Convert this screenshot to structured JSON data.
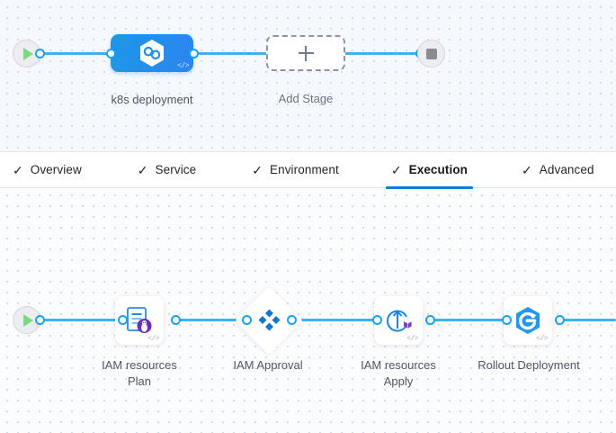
{
  "stage_canvas": {
    "name": "pipeline-stage-canvas",
    "start_node": {
      "icon": "play-icon"
    },
    "end_node": {
      "icon": "stop-icon"
    },
    "stages": [
      {
        "label": "k8s deployment",
        "icon": "harness-hexagon-icon",
        "badge": "</>",
        "type": "deployment"
      }
    ],
    "add_stage": {
      "label": "Add Stage",
      "icon": "plus-icon"
    }
  },
  "tabs": {
    "name": "stage-config-tabs",
    "check_glyph": "✓",
    "items": [
      {
        "label": "Overview",
        "active": false
      },
      {
        "label": "Service",
        "active": false
      },
      {
        "label": "Environment",
        "active": false
      },
      {
        "label": "Execution",
        "active": true
      },
      {
        "label": "Advanced",
        "active": false
      }
    ]
  },
  "step_canvas": {
    "name": "execution-step-canvas",
    "start_node": {
      "icon": "play-icon"
    },
    "steps": [
      {
        "label": "IAM resources\nPlan",
        "icon": "terraform-plan-icon",
        "badge": "</>",
        "shape": "rounded"
      },
      {
        "label": "IAM Approval",
        "icon": "approval-icon",
        "badge": "",
        "shape": "diamond"
      },
      {
        "label": "IAM resources\nApply",
        "icon": "terraform-apply-icon",
        "badge": "</>",
        "shape": "rounded"
      },
      {
        "label": "Rollout Deployment",
        "icon": "rollout-deployment-icon",
        "badge": "</>",
        "shape": "rounded"
      }
    ]
  },
  "colors": {
    "edge_blue": "#3cb2f2",
    "port_blue": "#1ba1f2",
    "stage_blue": "#1d97e8",
    "active_tab_underline": "#0b7fd4",
    "label_gray": "#4f5662",
    "terraform_purple": "#7b42bc"
  }
}
